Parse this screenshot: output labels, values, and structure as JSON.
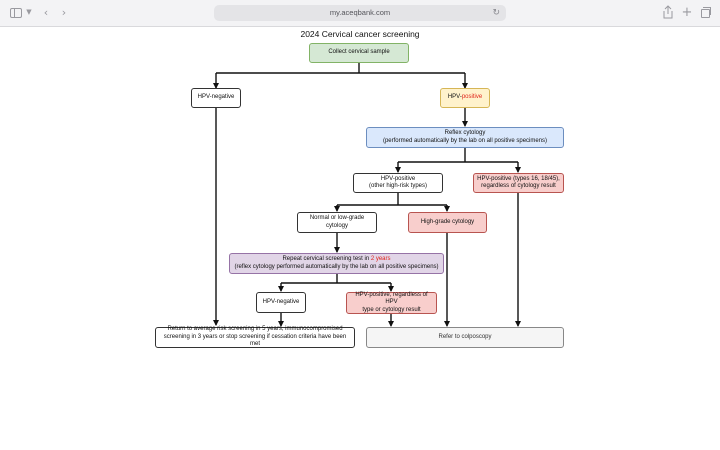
{
  "browser": {
    "url": "my.aceqbank.com",
    "icons": {
      "sidebar": "sidebar-icon",
      "back": "chevron-left-icon",
      "forward": "chevron-right-icon",
      "reload": "reload-icon",
      "share": "share-icon",
      "new_tab": "plus-icon",
      "tabs": "tabs-overview-icon"
    }
  },
  "diagram": {
    "title": "2024 Cervical cancer screening",
    "colors": {
      "green": "#d5e8d4",
      "yellow": "#fff2cc",
      "blue": "#dae8fc",
      "red": "#f8cecc",
      "purple": "#e1d5e7",
      "grey": "#f5f5f5",
      "highlight_text": "#e0241b"
    },
    "nodes": {
      "collect": "Collect cervical sample",
      "hpv_negative": "HPV-negative",
      "hpv_positive": {
        "prefix": "HPV-",
        "highlight": "positive"
      },
      "reflex": {
        "line1": "Reflex cytology",
        "line2": "(performed automatically by the lab on all positive specimens)"
      },
      "other_high_risk": {
        "line1": "HPV-positive",
        "line2": "(other high-risk types)"
      },
      "types_16_18": {
        "line1": "HPV-positive (types 16, 18/45),",
        "line2": "regardless of cytology result"
      },
      "normal_low": {
        "line1": "Normal or low-grade",
        "line2": "cytology"
      },
      "high_grade": "High-grade cytology",
      "repeat": {
        "prefix": "Repeat cervical screening test in ",
        "highlight": "2 years",
        "line2": "(reflex cytology performed automatically by the lab on all positive specimens)"
      },
      "repeat_negative": "HPV-negative",
      "repeat_positive": {
        "line1": "HPV-positive, regardless of HPV",
        "line2": "type or cytology result"
      },
      "return": {
        "line1": "Return to average risk screening in 5 years, immunocompromised",
        "line2": "screening in 3 years or stop screening if cessation criteria have been met"
      },
      "colposcopy": "Refer to colposcopy"
    }
  }
}
